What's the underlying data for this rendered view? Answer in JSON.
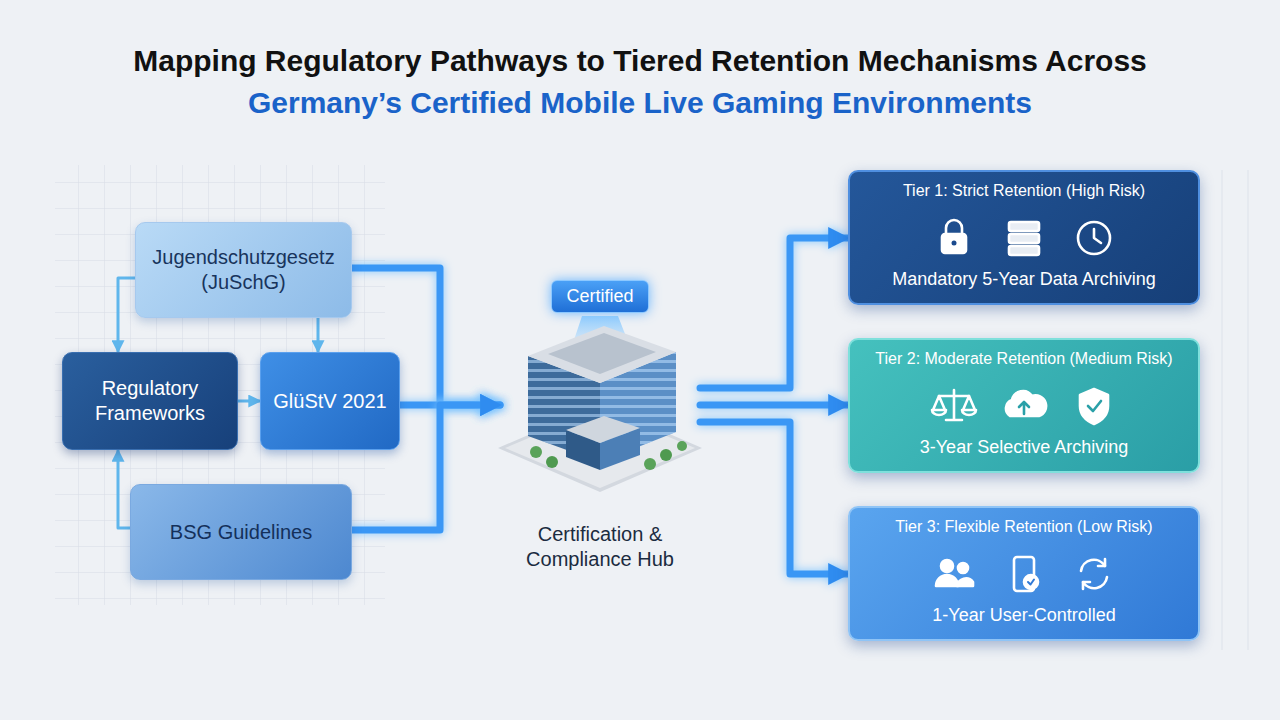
{
  "diagram": {
    "title": "Mapping Regulatory Pathways to Tiered Retention Mechanisms Across",
    "nodes": [
      {
        "text": [
          "Jugendschutzgesetz (JuSchG)"
        ]
      },
      {
        "text": [
          "Regulatory Frameworks"
        ]
      },
      {
        "text": [
          "GlüStV 2021"
        ]
      },
      {
        "text": [
          "BSG Guidelines"
        ]
      },
      {
        "text": [
          "Certified",
          "Certification & Compliance Hub"
        ]
      },
      {
        "text": [
          "Tier 1: Strict Retention (High Risk)",
          "Mandatory 5-Year Data Archiving"
        ]
      },
      {
        "text": [
          "Tier 2: Moderate Retention (Medium Risk)",
          "3-Year Selective Archiving"
        ]
      },
      {
        "text": [
          "Tier 3: Flexible Retention (Low Risk)",
          "1-Year User-Controlled"
        ]
      }
    ],
    "edges": [
      {
        "from": 0,
        "to": 1,
        "arrow": "to"
      },
      {
        "from": 0,
        "to": 2,
        "arrow": "to"
      },
      {
        "from": 1,
        "to": 2,
        "arrow": "to"
      },
      {
        "from": 3,
        "to": 1,
        "arrow": "to"
      },
      {
        "from": 0,
        "to": 4,
        "arrow": "to"
      },
      {
        "from": 2,
        "to": 4,
        "arrow": "to"
      },
      {
        "from": 3,
        "to": 4,
        "arrow": "to"
      },
      {
        "from": 4,
        "to": 5,
        "arrow": "to"
      },
      {
        "from": 4,
        "to": 6,
        "arrow": "to"
      },
      {
        "from": 4,
        "to": 7,
        "arrow": "to"
      }
    ],
    "labels": [
      "Germany’s Certified Mobile Live Gaming Environments"
    ]
  }
}
